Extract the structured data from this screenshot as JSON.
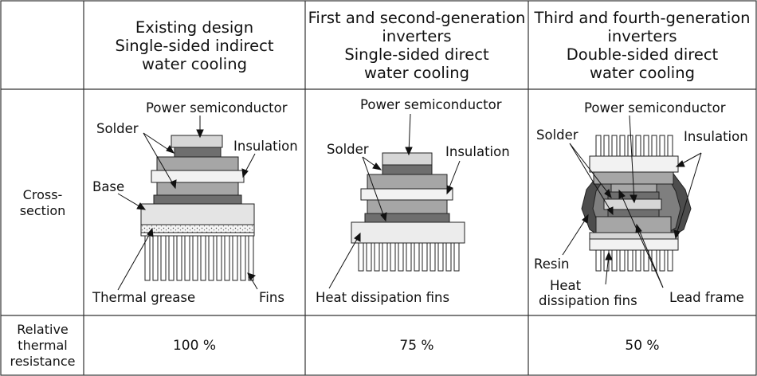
{
  "header": {
    "col1_line1": "Existing design",
    "col1_line2": "Single-sided indirect",
    "col1_line3": "water cooling",
    "col2_line1": "First and second-generation",
    "col2_line2": "inverters",
    "col2_line3": "Single-sided direct",
    "col2_line4": "water cooling",
    "col3_line1": "Third and fourth-generation",
    "col3_line2": "inverters",
    "col3_line3": "Double-sided direct",
    "col3_line4": "water cooling"
  },
  "rows": {
    "cross_section_line1": "Cross-",
    "cross_section_line2": "section",
    "thermal_line1": "Relative",
    "thermal_line2": "thermal",
    "thermal_line3": "resistance"
  },
  "values": {
    "col1": "100 %",
    "col2": "75 %",
    "col3": "50 %"
  },
  "diagram1": {
    "power_semiconductor": "Power semiconductor",
    "solder": "Solder",
    "insulation": "Insulation",
    "base": "Base",
    "thermal_grease": "Thermal grease",
    "fins": "Fins"
  },
  "diagram2": {
    "power_semiconductor": "Power semiconductor",
    "solder": "Solder",
    "insulation": "Insulation",
    "heat_dissipation_fins": "Heat dissipation fins"
  },
  "diagram3": {
    "power_semiconductor": "Power semiconductor",
    "solder": "Solder",
    "insulation": "Insulation",
    "resin": "Resin",
    "heat_line1": "Heat",
    "heat_line2": "dissipation fins",
    "lead_frame": "Lead frame"
  },
  "colors": {
    "dark_gray": "#6e6e6e",
    "mid_gray": "#a6a6a6",
    "light_gray": "#d6d6d6",
    "very_light": "#ececec",
    "resin_dark": "#4d4d4d",
    "resin_mid": "#7f7f7f"
  }
}
